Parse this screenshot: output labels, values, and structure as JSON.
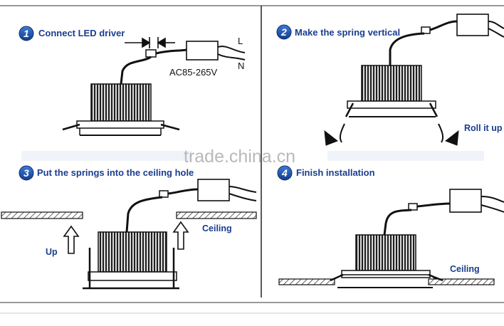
{
  "steps": [
    {
      "number": "1",
      "title": "Connect LED driver"
    },
    {
      "number": "2",
      "title": "Make the spring vertical"
    },
    {
      "number": "3",
      "title": "Put the springs into the ceiling hole"
    },
    {
      "number": "4",
      "title": "Finish installation"
    }
  ],
  "labels": {
    "voltage": "AC85-265V",
    "live": "L",
    "neutral": "N",
    "roll_it_up": "Roll it up",
    "up": "Up",
    "ceiling_3": "Ceiling",
    "ceiling_4": "Ceiling"
  },
  "watermark": "trade.china.cn",
  "colors": {
    "badge": "#1a4ea0",
    "title": "#1a3d8f",
    "line": "#111111",
    "heatsink": "#2b2b2b"
  }
}
